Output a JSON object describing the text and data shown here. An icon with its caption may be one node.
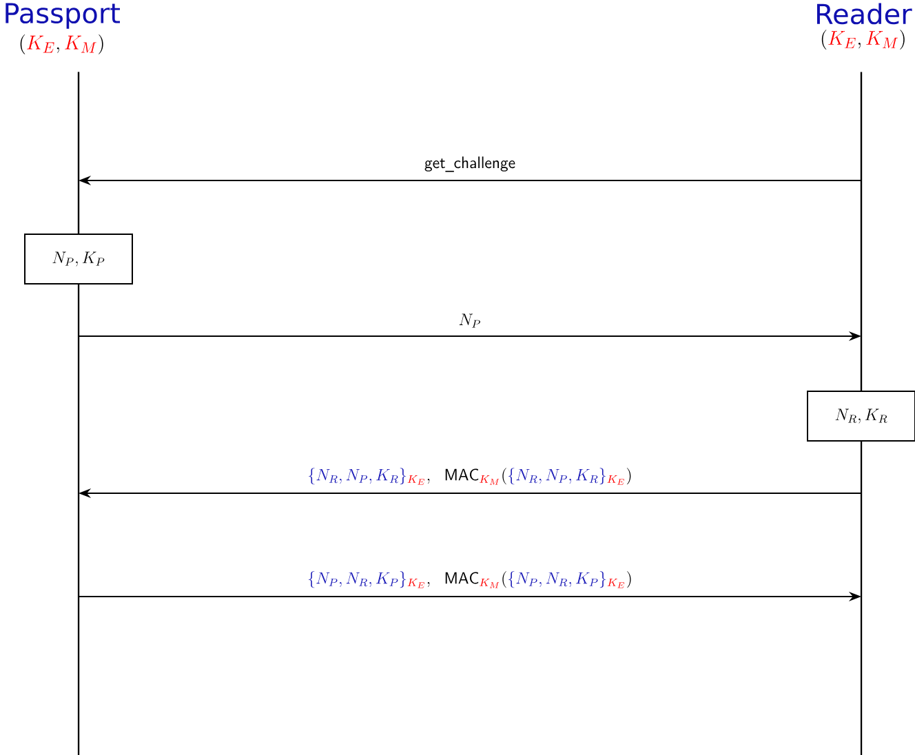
{
  "diagram": {
    "nodes": [
      {
        "text": [
          "Passport",
          "(\\textcolor{red}{K_E}, \\textcolor{red}{K_M})"
        ]
      },
      {
        "text": [
          "Reader",
          "(\\textcolor{red}{K_E}, \\textcolor{red}{K_M})"
        ]
      },
      {
        "text": [],
        "shape": "bar"
      },
      {
        "text": [],
        "shape": "bar"
      },
      {
        "text": [
          "N_P, K_P"
        ]
      },
      {
        "text": [],
        "shape": "bar"
      },
      {
        "text": [
          "N_R, K_R"
        ]
      },
      {
        "text": [],
        "shape": "bar"
      }
    ],
    "edges": [
      {
        "from": 3,
        "to": 2,
        "arrow": "to",
        "label": "\\mathsf{get\\_challenge}"
      },
      {
        "from": 5,
        "to": 3,
        "arrow": "to",
        "label": "N_P"
      },
      {
        "from": 7,
        "to": 5,
        "arrow": "to",
        "label": "\\textcolor{blue}{\\{N_R, N_P, K_R\\}}_{\\textcolor{red}{K_E}},\\ \\ \\mathsf{MAC}_{\\textcolor{red}{K_M}}(\\textcolor{blue}{\\{N_R, N_P, K_R\\}}_{\\textcolor{red}{K_E}})"
      },
      {
        "from": 5,
        "to": 7,
        "arrow": "to",
        "label": "\\textcolor{blue}{\\{N_P, N_R, K_P\\}}_{\\textcolor{red}{K_E}},\\ \\ \\mathsf{MAC}_{\\textcolor{red}{K_M}}(\\textcolor{blue}{\\{N_P, N_R, K_P\\}}_{\\textcolor{red}{K_E}})"
      }
    ]
  }
}
